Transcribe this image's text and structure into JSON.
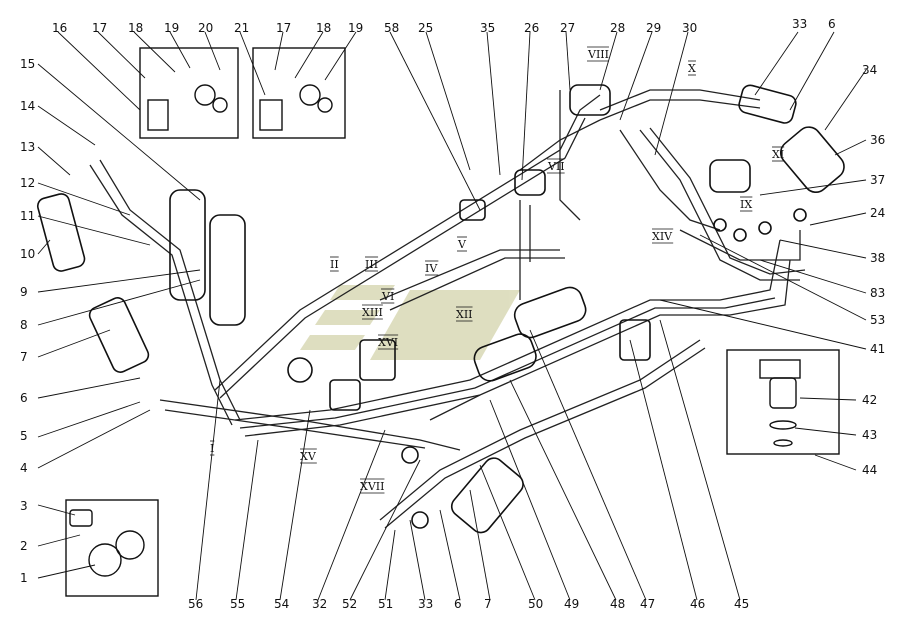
{
  "callouts": [
    "1",
    "2",
    "3",
    "4",
    "5",
    "6",
    "7",
    "8",
    "9",
    "10",
    "11",
    "12",
    "13",
    "14",
    "15",
    "16",
    "17",
    "18",
    "19",
    "20",
    "21",
    "17",
    "18",
    "19",
    "58",
    "25",
    "35",
    "26",
    "27",
    "28",
    "29",
    "30",
    "33",
    "6",
    "34",
    "36",
    "37",
    "24",
    "38",
    "83",
    "53",
    "41",
    "42",
    "43",
    "44",
    "45",
    "46",
    "47",
    "48",
    "49",
    "50",
    "7",
    "6",
    "33",
    "51",
    "52",
    "32",
    "54",
    "55",
    "56"
  ],
  "roman_markers": [
    "I",
    "II",
    "III",
    "IV",
    "V",
    "VI",
    "VII",
    "VIII",
    "IX",
    "X",
    "XI",
    "XII",
    "XIII",
    "XIV",
    "XV",
    "XVI",
    "XVII"
  ],
  "watermark": {
    "color": "#c9c9a0"
  }
}
